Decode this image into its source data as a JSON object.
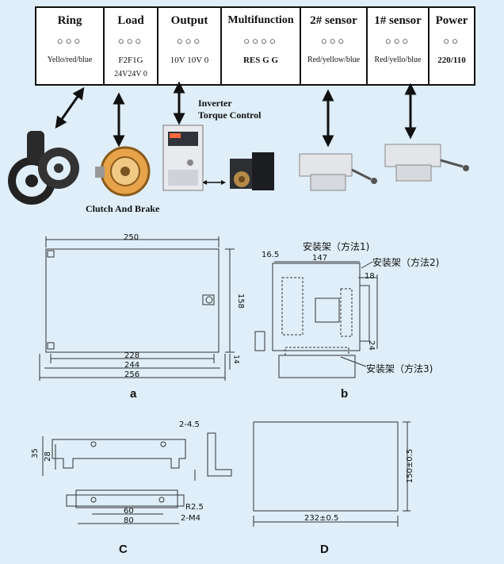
{
  "terminal_strip": [
    {
      "name": "Ring",
      "dots": "○○○",
      "line1": "Yello/red/blue",
      "line2": ""
    },
    {
      "name": "Load",
      "dots": "○○○",
      "line1": "F2F1G",
      "line2": "24V24V 0"
    },
    {
      "name": "Output",
      "dots": "○○○",
      "line1": "10V  10V  0",
      "line2": ""
    },
    {
      "name": "Multifunction",
      "dots": "○○○○",
      "line1": "RES  G  G",
      "line2": ""
    },
    {
      "name": "2# sensor",
      "dots": "○○○",
      "line1": "Red/yellow/blue",
      "line2": ""
    },
    {
      "name": "1# sensor",
      "dots": "○○○",
      "line1": "Red/yello/blue",
      "line2": ""
    },
    {
      "name": "Power",
      "dots": "○○",
      "line1": "220/110",
      "line2": ""
    }
  ],
  "device_labels": {
    "inverter": "Inverter",
    "torque": "Torque Control",
    "clutch": "Clutch And Brake"
  },
  "drawing_a": {
    "top_dim": "250",
    "height_dim": "158",
    "small_dim": "14",
    "dims": [
      "228",
      "244",
      "256"
    ],
    "caption": "a"
  },
  "drawing_b": {
    "dim1": "16.5",
    "dim2": "147",
    "dim3": "18",
    "dim4": "24",
    "mount1": "安装架（方法1)",
    "mount2": "安装架（方法2)",
    "mount3": "安装架（方法3)",
    "caption": "b"
  },
  "drawing_c": {
    "hole": "2-4.5",
    "h35": "35",
    "h28": "28",
    "r": "R2.5",
    "m4": "2-M4",
    "d60": "60",
    "d80": "80",
    "caption": "C"
  },
  "drawing_d": {
    "width": "232±0.5",
    "height": "150±0.5",
    "caption": "D"
  },
  "colors": {
    "background": "#dfeef8",
    "line": "#111111",
    "device_gray": "#c9ced4"
  }
}
